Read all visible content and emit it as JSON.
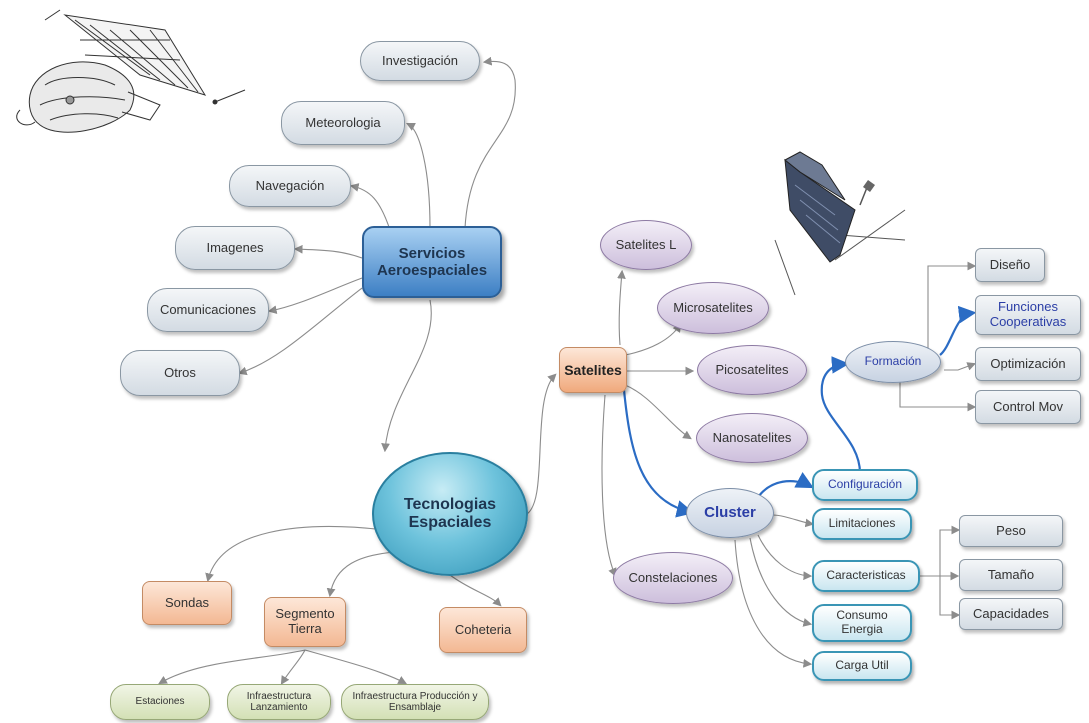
{
  "colors": {
    "connector": "#8c8c8c",
    "highlight_connector": "#2b6cc4",
    "main_blue": "#3d7fc4",
    "main_teal": "#2a8fb2",
    "orange": "#f3b893",
    "purple": "#cdbfdc",
    "green": "#d3e0b5",
    "cyan_border": "#3a95b5"
  },
  "services": {
    "title": "Servicios Aeroespaciales",
    "children": [
      "Investigación",
      "Meteorologia",
      "Navegación",
      "Imagenes",
      "Comunicaciones",
      "Otros"
    ]
  },
  "technologies": {
    "title": "Tecnologias Espaciales",
    "children": [
      "Sondas",
      "Segmento Tierra",
      "Coheteria"
    ]
  },
  "ground_segment": {
    "children": [
      "Estaciones",
      "Infraestructura Lanzamiento",
      "Infraestructura Producción y Ensamblaje"
    ]
  },
  "satellites": {
    "title": "Satelites",
    "children": [
      "Satelites L",
      "Microsatelites",
      "Picosatelites",
      "Nanosatelites",
      "Constelaciones"
    ]
  },
  "cluster": {
    "title": "Cluster",
    "children": [
      "Configuración",
      "Limitaciones",
      "Caracteristicas",
      "Consumo Energia",
      "Carga Util"
    ]
  },
  "formation": {
    "title": "Formación",
    "children": [
      "Diseño",
      "Funciones Cooperativas",
      "Optimización",
      "Control Mov"
    ]
  },
  "characteristics": {
    "children": [
      "Peso",
      "Tamaño",
      "Capacidades"
    ]
  },
  "illustrations": [
    "space-station-illustration",
    "cubesat-illustration"
  ]
}
